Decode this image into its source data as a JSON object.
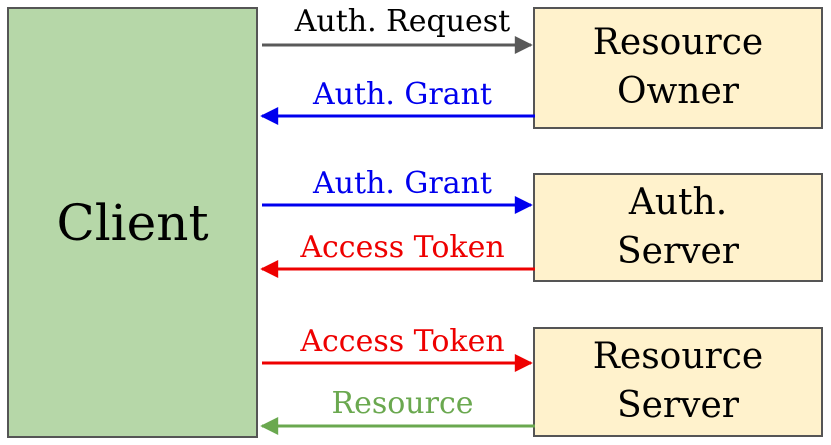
{
  "colors": {
    "client_fill": "#b6d7a8",
    "party_fill": "#fff2cc",
    "border": "#555555",
    "gray": "#595959",
    "blue": "#0000ee",
    "red": "#ee0000",
    "green": "#6aa84f"
  },
  "nodes": {
    "client": "Client",
    "resource_owner": "Resource\nOwner",
    "auth_server": "Auth.\nServer",
    "resource_server": "Resource\nServer"
  },
  "flows": [
    {
      "label": "Auth. Request",
      "direction": "to-party",
      "color": "#595959"
    },
    {
      "label": "Auth. Grant",
      "direction": "to-client",
      "color": "#0000ee"
    },
    {
      "label": "Auth. Grant",
      "direction": "to-party",
      "color": "#0000ee"
    },
    {
      "label": "Access Token",
      "direction": "to-client",
      "color": "#ee0000"
    },
    {
      "label": "Access Token",
      "direction": "to-party",
      "color": "#ee0000"
    },
    {
      "label": "Resource",
      "direction": "to-client",
      "color": "#6aa84f"
    }
  ]
}
